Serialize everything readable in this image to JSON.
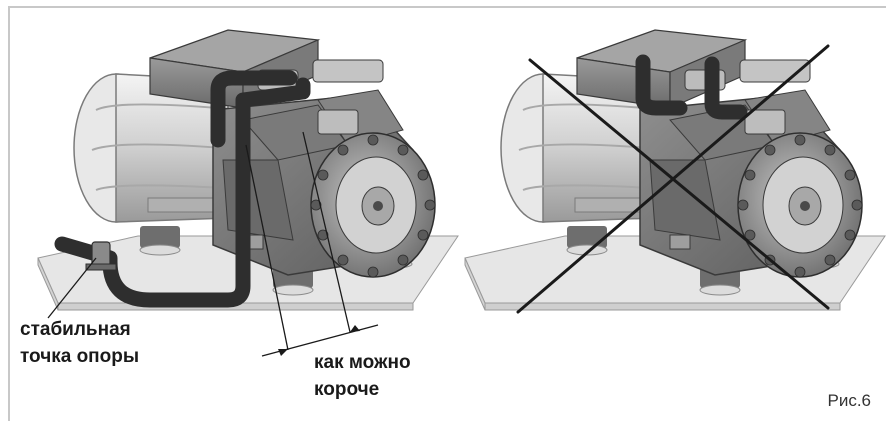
{
  "labels": {
    "support_point_line1": "стабильная",
    "support_point_line2": "точка опоры",
    "short_line1": "как можно",
    "short_line2": "короче"
  },
  "figure_caption": "Рис.6",
  "colors": {
    "frame": "#c8c8c8",
    "metal_dark": "#5a5a5a",
    "metal_mid": "#8a8a8a",
    "metal_light": "#d8d8d8",
    "base_plate": "#e6e6e6",
    "pipe": "#2e2e2e",
    "cross": "#1a1a1a"
  }
}
